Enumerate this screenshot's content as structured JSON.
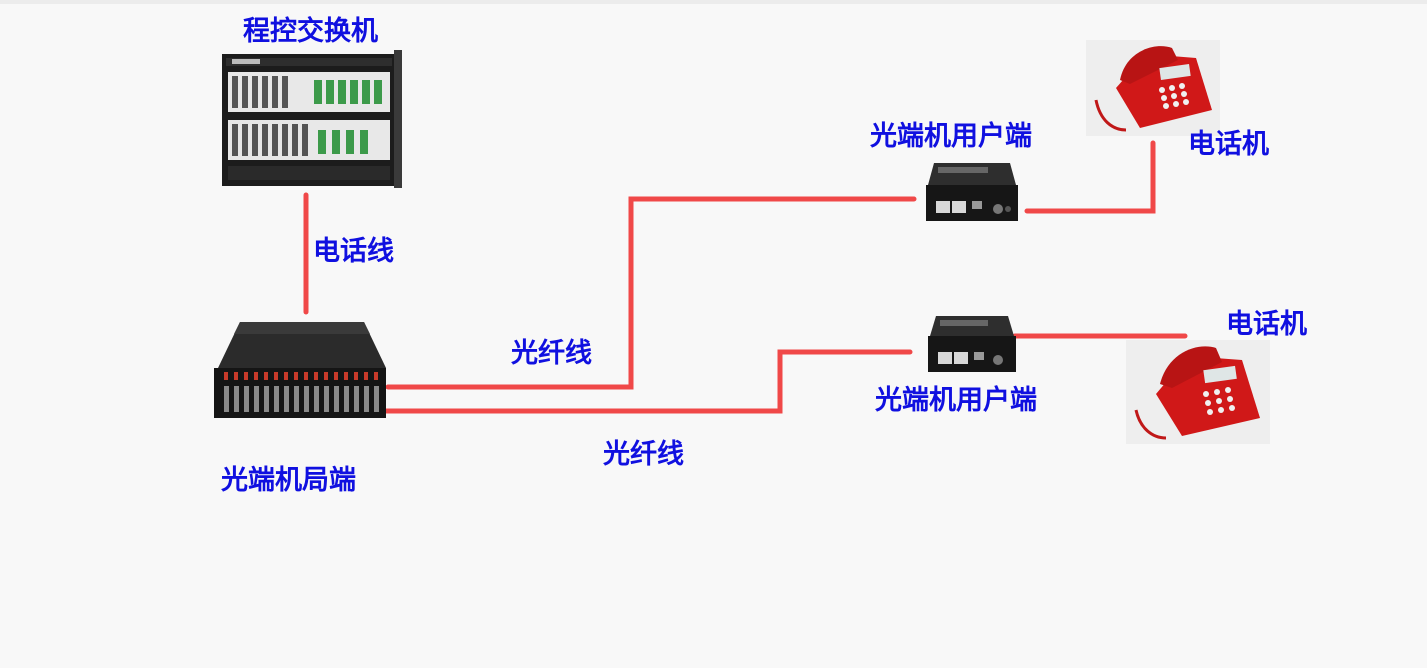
{
  "labels": {
    "pbx": "程控交换机",
    "phone_line": "电话线",
    "central_unit": "光端机局端",
    "fiber_top": "光纤线",
    "fiber_bottom": "光纤线",
    "user_unit_top": "光端机用户端",
    "user_unit_bottom": "光端机用户端",
    "phone_top": "电话机",
    "phone_bottom": "电话机"
  },
  "colors": {
    "wire": "#f04848",
    "label": "#1010e0",
    "device_body": "#1c1c1c",
    "phone_red": "#d01818"
  },
  "icons": {
    "pbx": "telephone-exchange-rack-icon",
    "central_unit": "fiber-optic-rack-chassis-icon",
    "user_unit": "fiber-optic-converter-box-icon",
    "phone": "red-desk-telephone-icon"
  }
}
